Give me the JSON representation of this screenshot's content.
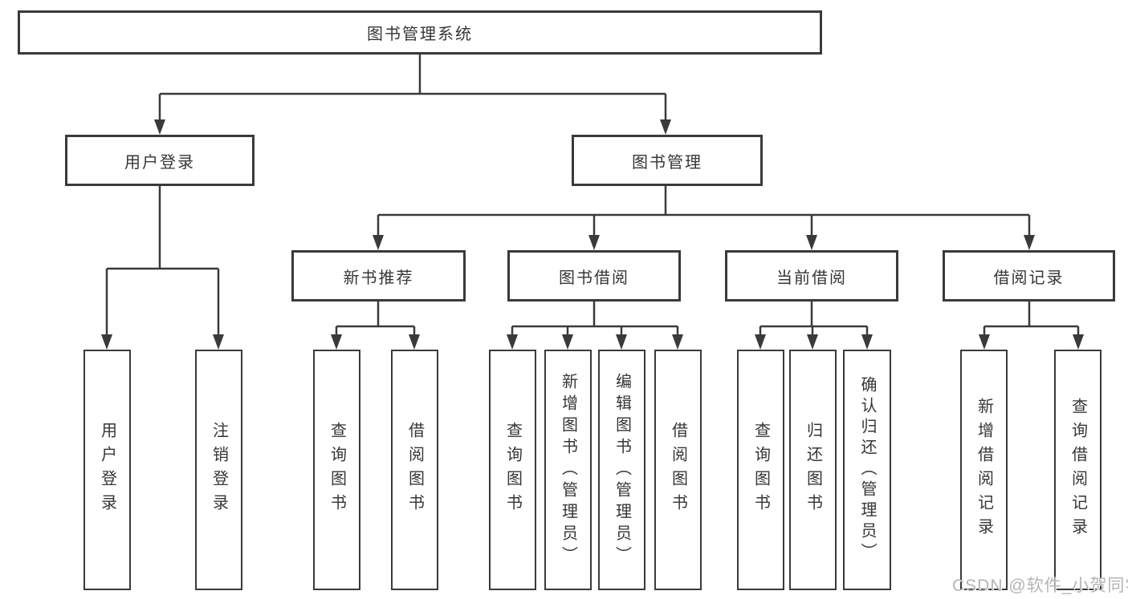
{
  "diagram": {
    "title": "图书管理系统",
    "level1": {
      "login": "用户登录",
      "management": "图书管理"
    },
    "level2": {
      "recommend": "新书推荐",
      "borrow": "图书借阅",
      "current": "当前借阅",
      "records": "借阅记录"
    },
    "leaves": {
      "login": [
        "用户登录",
        "注销登录"
      ],
      "recommend": [
        "查询图书",
        "借阅图书"
      ],
      "borrow": [
        "查询图书",
        "新增图书（管理员）",
        "编辑图书（管理员）",
        "借阅图书"
      ],
      "current": [
        "查询图书",
        "归还图书",
        "确认归还（管理员）"
      ],
      "records": [
        "新增借阅记录",
        "查询借阅记录"
      ]
    }
  },
  "watermark": "CSDN @软件_小贺同学",
  "colors": {
    "line": "#3a3a3a",
    "text": "#363636",
    "watermark": "#b4b4b4",
    "background": "#ffffff"
  }
}
